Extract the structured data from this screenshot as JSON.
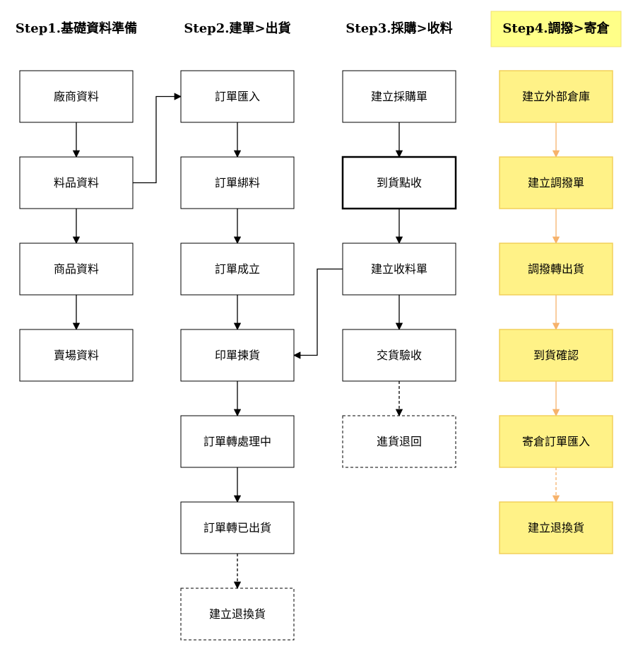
{
  "columns": [
    {
      "title": "Step1.基礎資料準備",
      "highlight": false,
      "nodes": [
        {
          "label": "廠商資料",
          "style": "solid"
        },
        {
          "label": "料品資料",
          "style": "solid"
        },
        {
          "label": "商品資料",
          "style": "solid"
        },
        {
          "label": "賣場資料",
          "style": "solid"
        }
      ]
    },
    {
      "title": "Step2.建單>出貨",
      "highlight": false,
      "nodes": [
        {
          "label": "訂單匯入",
          "style": "solid"
        },
        {
          "label": "訂單綁料",
          "style": "solid"
        },
        {
          "label": "訂單成立",
          "style": "solid"
        },
        {
          "label": "印單揀貨",
          "style": "solid"
        },
        {
          "label": "訂單轉處理中",
          "style": "solid"
        },
        {
          "label": "訂單轉已出貨",
          "style": "solid"
        },
        {
          "label": "建立退換貨",
          "style": "dashed"
        }
      ]
    },
    {
      "title": "Step3.採購>收料",
      "highlight": false,
      "nodes": [
        {
          "label": "建立採購單",
          "style": "solid"
        },
        {
          "label": "到貨點收",
          "style": "bold"
        },
        {
          "label": "建立收料單",
          "style": "solid"
        },
        {
          "label": "交貨驗收",
          "style": "solid"
        },
        {
          "label": "進貨退回",
          "style": "dashed"
        }
      ]
    },
    {
      "title": "Step4.調撥>寄倉",
      "highlight": true,
      "nodes": [
        {
          "label": "建立外部倉庫",
          "style": "yellow"
        },
        {
          "label": "建立調撥單",
          "style": "yellow"
        },
        {
          "label": "調撥轉出貨",
          "style": "yellow"
        },
        {
          "label": "到貨確認",
          "style": "yellow"
        },
        {
          "label": "寄倉訂單匯入",
          "style": "yellow"
        },
        {
          "label": "建立退換貨",
          "style": "yellow"
        }
      ]
    }
  ],
  "edges": [
    {
      "from": "0.0",
      "to": "0.1",
      "kind": "solid"
    },
    {
      "from": "0.1",
      "to": "0.2",
      "kind": "solid"
    },
    {
      "from": "0.2",
      "to": "0.3",
      "kind": "solid"
    },
    {
      "from": "0.1",
      "to": "1.0",
      "kind": "cross"
    },
    {
      "from": "1.0",
      "to": "1.1",
      "kind": "solid"
    },
    {
      "from": "1.1",
      "to": "1.2",
      "kind": "solid"
    },
    {
      "from": "1.2",
      "to": "1.3",
      "kind": "solid"
    },
    {
      "from": "1.3",
      "to": "1.4",
      "kind": "solid"
    },
    {
      "from": "1.4",
      "to": "1.5",
      "kind": "solid"
    },
    {
      "from": "1.5",
      "to": "1.6",
      "kind": "dashed"
    },
    {
      "from": "2.0",
      "to": "2.1",
      "kind": "solid"
    },
    {
      "from": "2.1",
      "to": "2.2",
      "kind": "solid"
    },
    {
      "from": "2.2",
      "to": "2.3",
      "kind": "solid"
    },
    {
      "from": "2.3",
      "to": "2.4",
      "kind": "dashed"
    },
    {
      "from": "2.2",
      "to": "1.3",
      "kind": "cross"
    },
    {
      "from": "3.0",
      "to": "3.1",
      "kind": "orange"
    },
    {
      "from": "3.1",
      "to": "3.2",
      "kind": "orange"
    },
    {
      "from": "3.2",
      "to": "3.3",
      "kind": "orange"
    },
    {
      "from": "3.3",
      "to": "3.4",
      "kind": "orange"
    },
    {
      "from": "3.4",
      "to": "3.5",
      "kind": "orange-dashed"
    }
  ],
  "colors": {
    "box_stroke": "#000000",
    "yellow_fill": "#FFF287",
    "yellow_stroke": "#F2D05A",
    "title_highlight_fill": "#FFFF88",
    "title_highlight_stroke": "#F0E070",
    "orange_arrow": "#F6B26B"
  }
}
